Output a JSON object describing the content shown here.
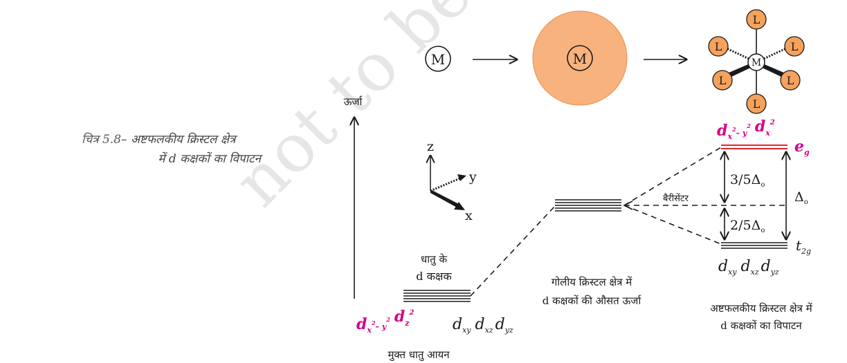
{
  "caption": {
    "number": "चित्र  5.8",
    "dash": "–",
    "line1": "अष्टफलकीय क्रिस्टल क्षेत्र",
    "line2_pre": "में",
    "line2_d": "d",
    "line2_post": "कक्षकों का विपाटन"
  },
  "watermark": "not to be",
  "energy_label": "ऊर्जा",
  "metal_label": "M",
  "ligand_label": "L",
  "axes": {
    "z": "z",
    "y": "y",
    "x": "x"
  },
  "free_ion": {
    "title_line1": "धातु के",
    "title_line2": "d कक्षक",
    "orb_d1": "d",
    "orb_d1_sub": "x",
    "orb_d1_sup": "2",
    "orb_d1_minus": "– y",
    "orb_d1_sup2": "2",
    "orb_d2": "d",
    "orb_d2_sub": "z",
    "orb_d2_sup": "2",
    "orb_dxy": "d",
    "orb_dxy_sub": "xy",
    "orb_dxz": "d",
    "orb_dxz_sub": "xz",
    "orb_dyz": "d",
    "orb_dyz_sub": "yz",
    "bottom_label": "मुक्त धातु आयन"
  },
  "spherical": {
    "label_line1": "गोलीय क्रिस्टल क्षेत्र में",
    "label_line2": "d कक्षकों की औसत ऊर्जा"
  },
  "octahedral": {
    "eg_d1": "d",
    "eg_d1_sub": "x",
    "eg_d1_sup": "2",
    "eg_d1_minus": "– y",
    "eg_d1_sup2": "2",
    "eg_d2": "d",
    "eg_d2_sub": "x",
    "eg_d2_sup": "2",
    "eg_label": "e",
    "eg_sub": "g",
    "upper_split": "3/5Δ",
    "upper_split_sub": "o",
    "lower_split": "2/5Δ",
    "lower_split_sub": "o",
    "delta": "Δ",
    "delta_sub": "o",
    "barycenter": "बैरीसेंटर",
    "t2g_label": "t",
    "t2g_sub": "2g",
    "t2g_dxy": "d",
    "t2g_dxy_sub": "xy",
    "t2g_dxz": "d",
    "t2g_dxz_sub": "xz",
    "t2g_dyz": "d",
    "t2g_dyz_sub": "yz",
    "label_line1": "अष्टफलकीय क्रिस्टल क्षेत्र में",
    "label_line2": "d कक्षकों का विपाटन"
  },
  "colors": {
    "magenta": "#d6008a",
    "red_line": "#e0272b",
    "sphere_fill": "#f7b27e",
    "sphere_edge": "#e98d4a",
    "ligand_fill": "#f6a15c",
    "watermark": "#e6e6e6",
    "ink": "#1a1a1a"
  }
}
